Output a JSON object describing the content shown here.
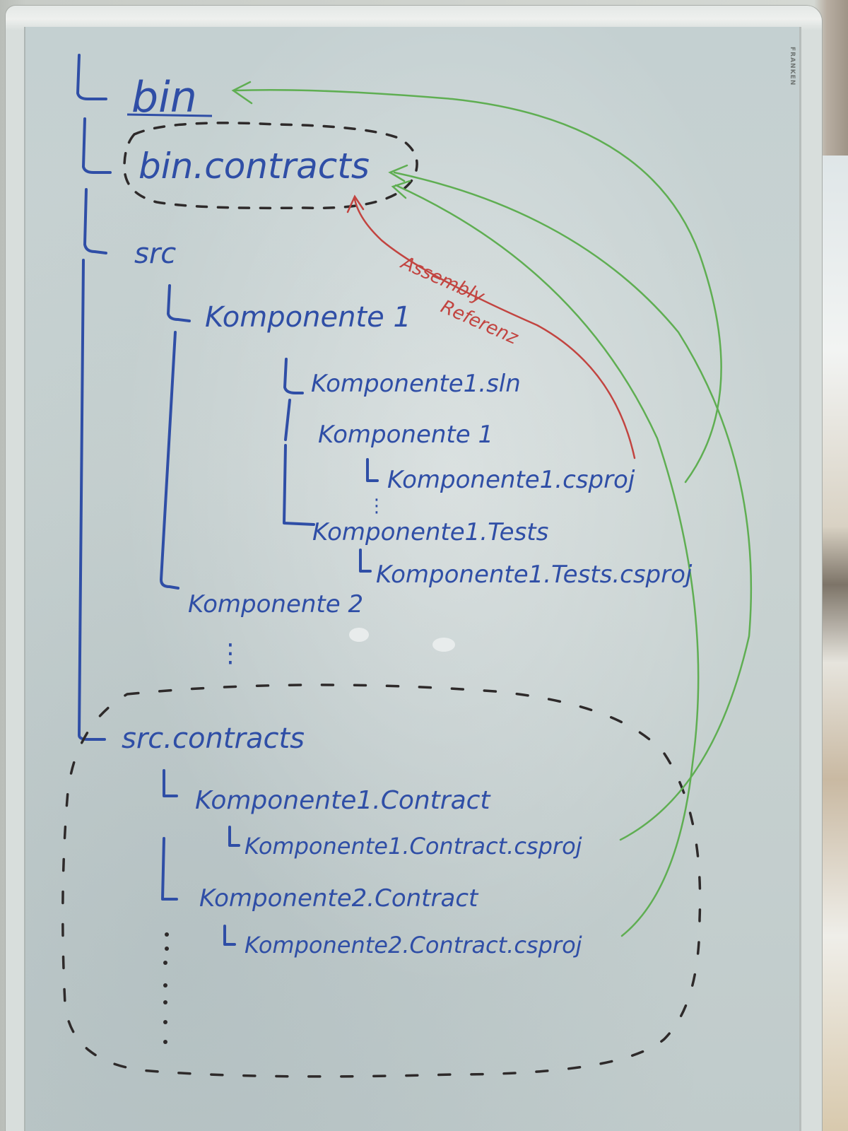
{
  "board": {
    "brand": "FRANKEN"
  },
  "tree": {
    "bin": "bin",
    "bin_contracts": "bin.contracts",
    "src": "src",
    "komponente1": "Komponente 1",
    "komponente1_sln": "Komponente1.sln",
    "komponente1_folder": "Komponente 1",
    "komponente1_csproj": "Komponente1.csproj",
    "komponente1_tests": "Komponente1.Tests",
    "komponente1_tests_csproj": "Komponente1.Tests.csproj",
    "komponente2": "Komponente 2",
    "src_contracts": "src.contracts",
    "komponente1_contract": "Komponente1.Contract",
    "komponente1_contract_csproj": "Komponente1.Contract.csproj",
    "komponente2_contract": "Komponente2.Contract",
    "komponente2_contract_csproj": "Komponente2.Contract.csproj",
    "ellipsis": "⋮"
  },
  "annotation": {
    "line1": "Assembly",
    "line2": "Referenz"
  },
  "colors": {
    "blue_ink": "#2f4ea6",
    "green_ink": "#5fae52",
    "red_ink": "#c24440",
    "black_ink": "#2e2a2a"
  }
}
